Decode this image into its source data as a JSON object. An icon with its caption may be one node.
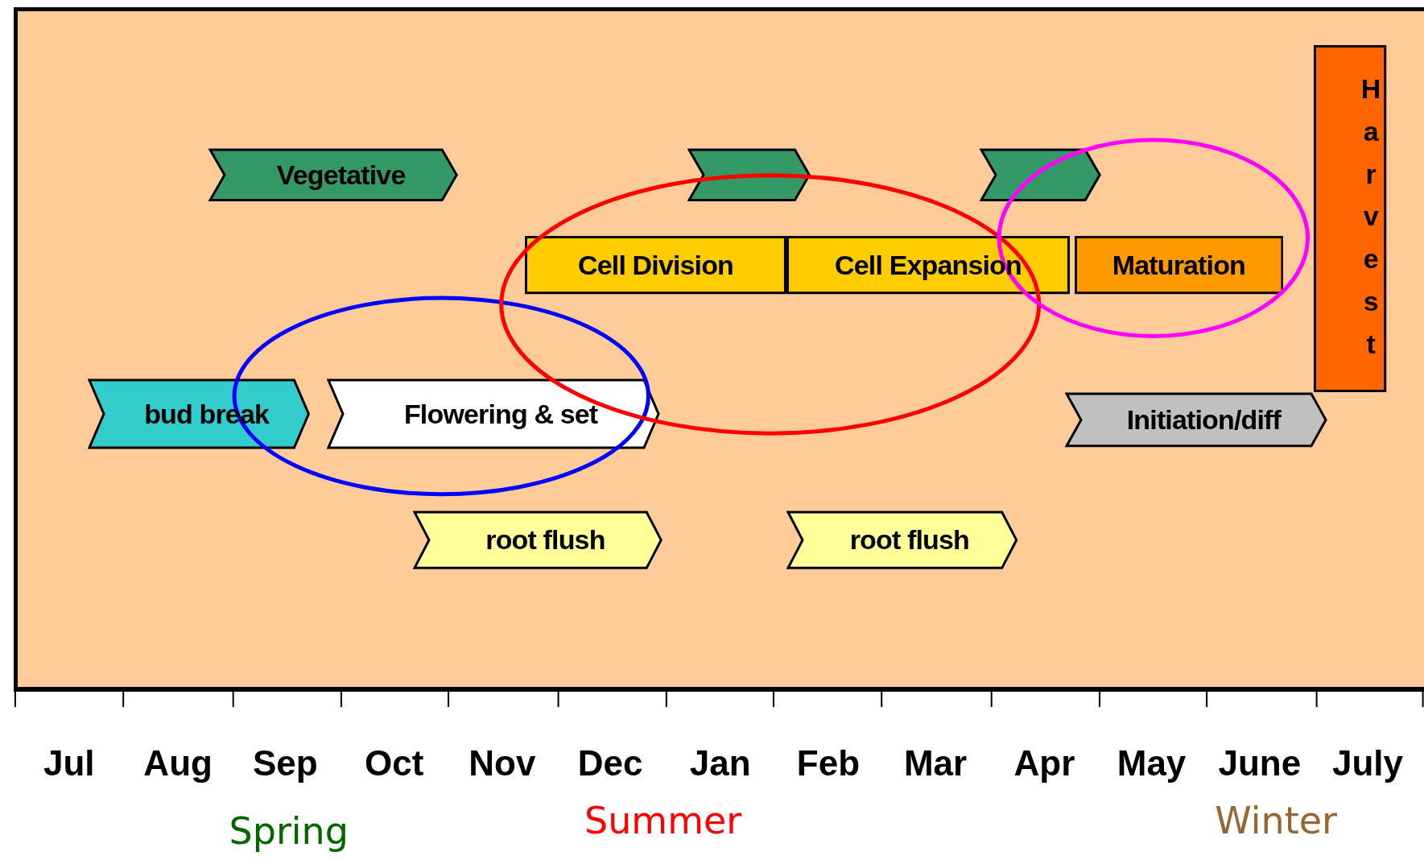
{
  "diagram": {
    "nodes": [
      {
        "text": [
          "Vegetative"
        ]
      },
      {
        "text": [],
        "shape": "chevron"
      },
      {
        "text": [],
        "shape": "chevron"
      },
      {
        "text": [
          "Cell Division"
        ]
      },
      {
        "text": [
          "Cell Expansion"
        ]
      },
      {
        "text": [
          "Maturation"
        ]
      },
      {
        "text": [
          "Harvest"
        ]
      },
      {
        "text": [
          "bud break"
        ]
      },
      {
        "text": [
          "Flowering & set"
        ]
      },
      {
        "text": [
          "Initiation/diff"
        ]
      },
      {
        "text": [
          "root flush"
        ]
      },
      {
        "text": [
          "root flush"
        ]
      }
    ],
    "labels": [
      "Jul",
      "Aug",
      "Sep",
      "Oct",
      "Nov",
      "Dec",
      "Jan",
      "Feb",
      "Mar",
      "Apr",
      "May",
      "June",
      "July",
      "Spring",
      "Summer",
      "Winter"
    ]
  }
}
